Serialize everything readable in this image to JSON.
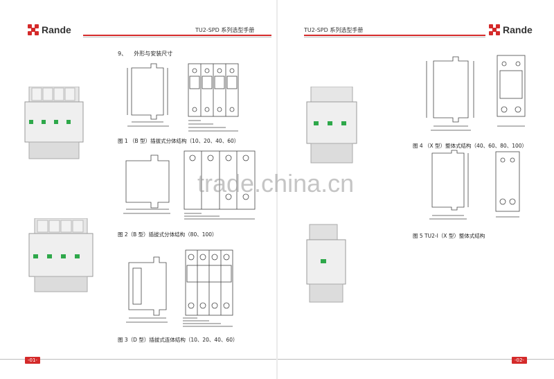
{
  "brand": {
    "name": "Rande",
    "accent": "#d42a2a"
  },
  "header": {
    "title": "TU2-SPD 系列选型手册"
  },
  "left": {
    "page_number": "-01-",
    "section": {
      "number": "9、",
      "title": "外形与安装尺寸"
    },
    "figures": [
      {
        "caption": "图 1 （B 型）插拔式分体结构（10、20、40、60）"
      },
      {
        "caption": "图 2（B 型）插拔式分体结构（80、100）"
      },
      {
        "caption": "图 3（D 型）插拔式连体结构（10、20、40、60）"
      }
    ]
  },
  "right": {
    "page_number": "-02-",
    "figures": [
      {
        "caption": "图 4 （X 型）整体式结构（40、60、80、100）"
      },
      {
        "caption": "图 5  TU2-I（X 型）整体式结构"
      }
    ]
  },
  "watermark": "trade.china.cn"
}
